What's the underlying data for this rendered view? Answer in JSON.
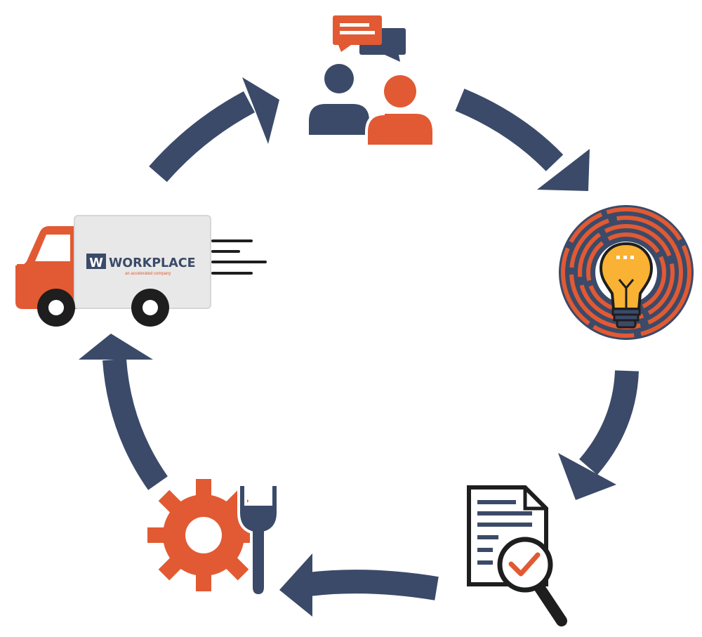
{
  "colors": {
    "navy": "#3b4a69",
    "orange": "#e15a33",
    "yellow": "#f9b233",
    "dark": "#1e1e1e",
    "truck_body": "#e8e8e8",
    "white": "#ffffff"
  },
  "steps": [
    {
      "icon": "consultation-chat-icon"
    },
    {
      "icon": "idea-lightbulb-icon"
    },
    {
      "icon": "document-review-icon"
    },
    {
      "icon": "gear-wrench-icon"
    },
    {
      "icon": "delivery-truck-icon"
    }
  ],
  "truck": {
    "logo_mark": "W",
    "logo_name": "WORKPLACE",
    "logo_tagline": "an accelerated company"
  }
}
